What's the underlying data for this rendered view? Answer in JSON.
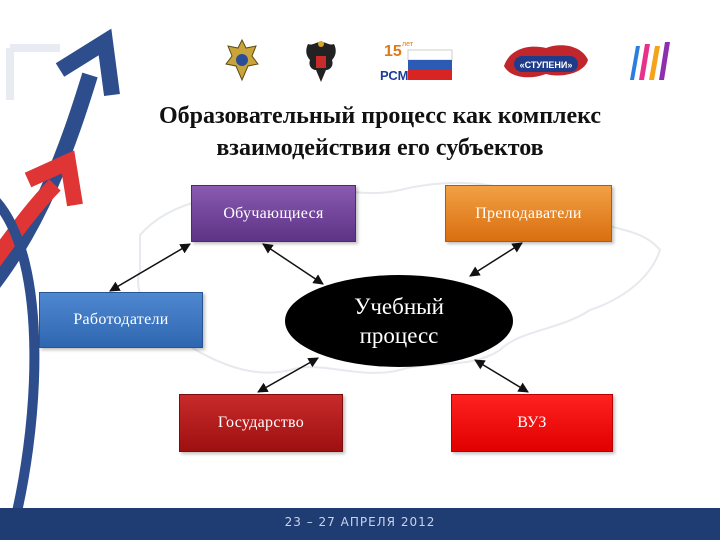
{
  "title": {
    "line1": "Образовательный процесс как комплекс",
    "line2": "взаимодействия его субъектов"
  },
  "nodes": {
    "students": "Обучающиеся",
    "teachers": "Преподаватели",
    "employers": "Работодатели",
    "process": "Учебный процесс",
    "state": "Государство",
    "university": "ВУЗ"
  },
  "logos": {
    "rsm_badge": "15",
    "rsm_badge_small": "лет",
    "rsm_text": "РСМ",
    "steps_text": "«СТУПЕНИ»"
  },
  "footer": {
    "dates": "23 – 27 АПРЕЛЯ 2012"
  },
  "colors": {
    "students": "#6a3f96",
    "teachers": "#e8891f",
    "employers": "#3a76c2",
    "state": "#b31a1a",
    "university": "#ff0000",
    "process": "#000000",
    "footer": "#1f3c73"
  }
}
